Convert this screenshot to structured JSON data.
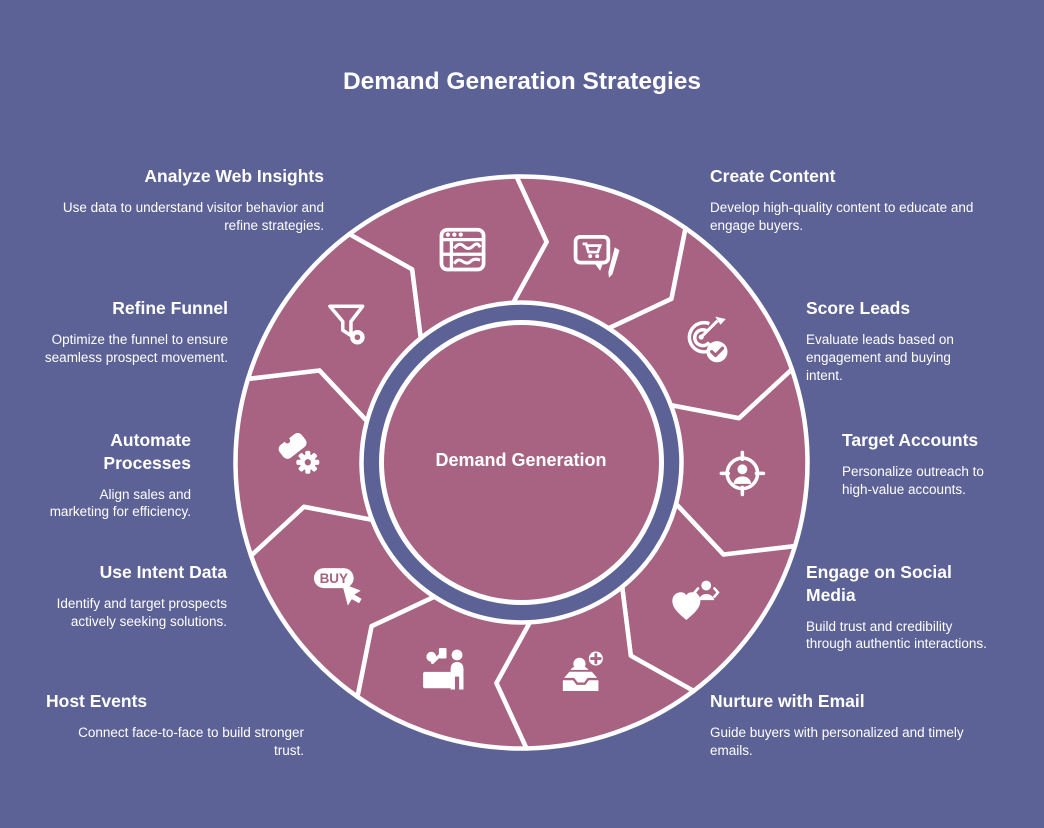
{
  "title": "Demand Generation Strategies",
  "center_label": "Demand Generation",
  "colors": {
    "background": "#5d6296",
    "wheel": "#a76381",
    "divider": "#ffffff",
    "text": "#ffffff"
  },
  "strategies": [
    {
      "id": "create-content",
      "heading": "Create Content",
      "description": "Develop high-quality content to educate and engage buyers.",
      "icon": "chat-cart-icon",
      "side": "right"
    },
    {
      "id": "score-leads",
      "heading": "Score Leads",
      "description": "Evaluate leads based on engagement and buying intent.",
      "icon": "target-check-icon",
      "side": "right"
    },
    {
      "id": "target-accounts",
      "heading": "Target Accounts",
      "description": "Personalize outreach to high-value accounts.",
      "icon": "target-person-icon",
      "side": "right"
    },
    {
      "id": "engage-social",
      "heading": "Engage on Social Media",
      "description": "Build trust and credibility through authentic interactions.",
      "icon": "heart-person-icon",
      "side": "right"
    },
    {
      "id": "nurture-email",
      "heading": "Nurture with Email",
      "description": "Guide buyers with personalized and timely emails.",
      "icon": "inbox-person-icon",
      "side": "right"
    },
    {
      "id": "host-events",
      "heading": "Host Events",
      "description": "Connect face-to-face to build stronger trust.",
      "icon": "people-desk-icon",
      "side": "left"
    },
    {
      "id": "use-intent-data",
      "heading": "Use Intent Data",
      "description": "Identify and target prospects actively seeking solutions.",
      "icon": "buy-cursor-icon",
      "side": "left"
    },
    {
      "id": "automate-processes",
      "heading": "Automate Processes",
      "description": "Align sales and marketing for efficiency.",
      "icon": "tag-gear-icon",
      "side": "left"
    },
    {
      "id": "refine-funnel",
      "heading": "Refine Funnel",
      "description": "Optimize the funnel to ensure seamless prospect movement.",
      "icon": "funnel-eye-icon",
      "side": "left"
    },
    {
      "id": "analyze-web-insights",
      "heading": "Analyze Web Insights",
      "description": "Use data to understand visitor behavior and refine strategies.",
      "icon": "browser-chart-icon",
      "side": "left"
    }
  ]
}
